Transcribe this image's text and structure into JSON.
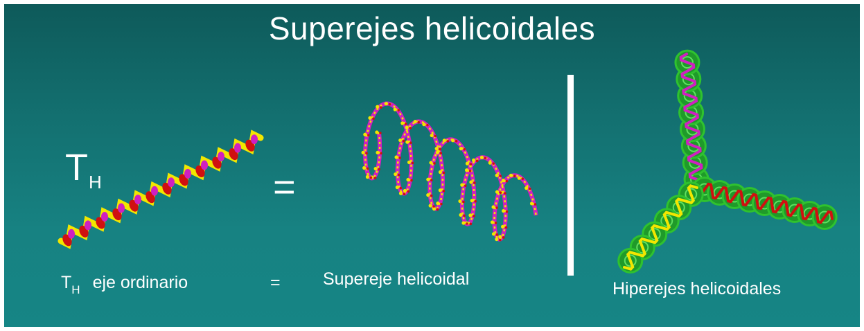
{
  "title": "Superejes helicoidales",
  "symbol": {
    "main": "T",
    "subscript": "H"
  },
  "equals": "=",
  "captions": {
    "ordinary_axis": {
      "symbol": "T",
      "subscript": "H",
      "text": "eje ordinario"
    },
    "equals": "=",
    "superaxis": "Supereje helicoidal",
    "hyperaxes": "Hiperejes helicoidales"
  },
  "colors": {
    "background_top": "#0e5a5a",
    "background_bottom": "#168585",
    "yellow": "#f2e600",
    "red": "#d01010",
    "magenta": "#d020c0",
    "green": "#2fc22f"
  }
}
